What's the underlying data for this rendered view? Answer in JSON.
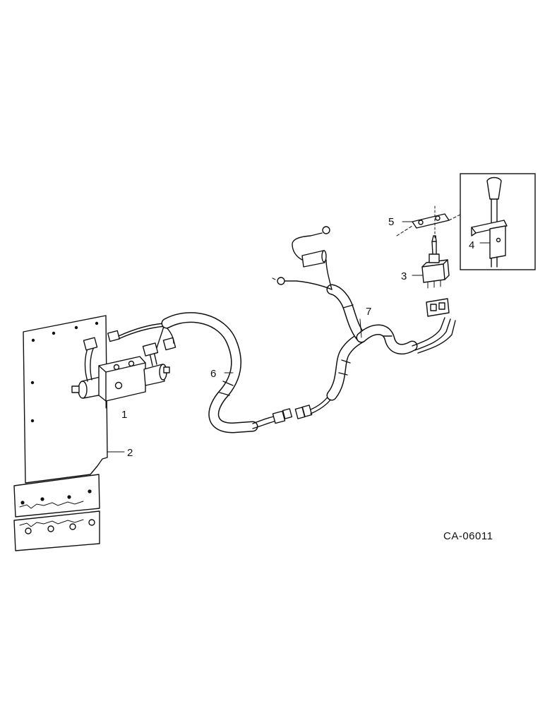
{
  "diagram": {
    "drawing_code": "CA-06011",
    "callouts": [
      {
        "id": "1",
        "text": "1"
      },
      {
        "id": "2",
        "text": "2"
      },
      {
        "id": "3",
        "text": "3"
      },
      {
        "id": "4",
        "text": "4"
      },
      {
        "id": "5",
        "text": "5"
      },
      {
        "id": "6",
        "text": "6"
      },
      {
        "id": "7",
        "text": "7"
      }
    ]
  }
}
